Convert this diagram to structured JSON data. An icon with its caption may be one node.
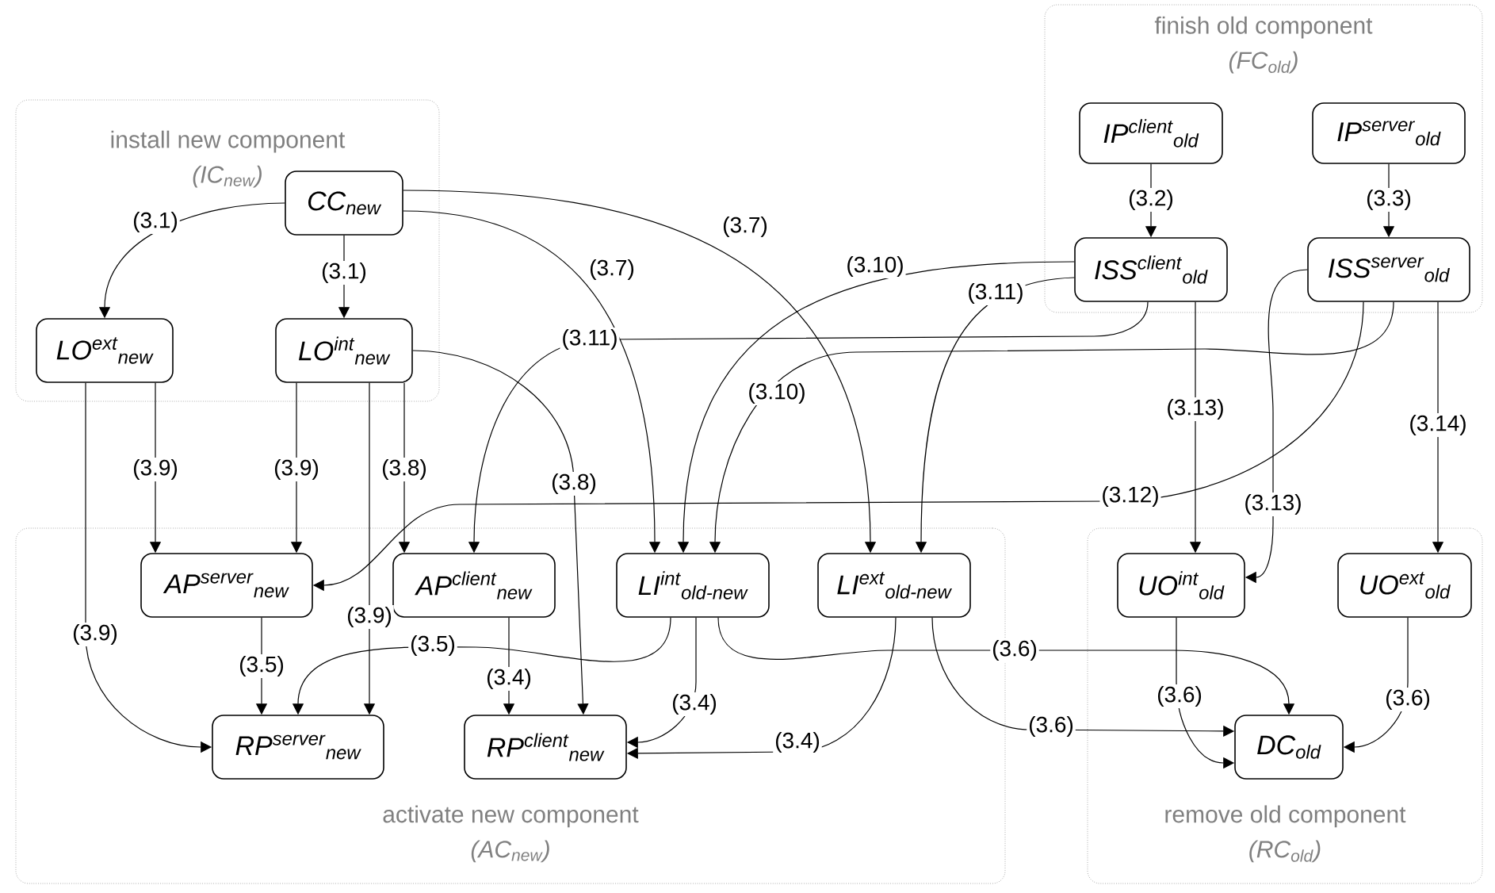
{
  "diagram": {
    "nodes": [
      {
        "text": [
          "install new component",
          "(IC$_{new}$)"
        ]
      },
      {
        "text": [
          "CC$_{new}$"
        ],
        "in": 0
      },
      {
        "text": [
          "LO$^{ext}$$_{new}$"
        ],
        "in": 0
      },
      {
        "text": [
          "LO$^{int}$$_{new}$"
        ],
        "in": 0
      },
      {
        "text": [
          "finish old component",
          "(FC$_{old}$)"
        ]
      },
      {
        "text": [
          "IP$^{client}$$_{old}$"
        ],
        "in": 4
      },
      {
        "text": [
          "IP$^{server}$$_{old}$"
        ],
        "in": 4
      },
      {
        "text": [
          "ISS$^{client}$$_{old}$"
        ],
        "in": 4
      },
      {
        "text": [
          "ISS$^{server}$$_{old}$"
        ],
        "in": 4
      },
      {
        "text": [
          "activate new component",
          "(AC$_{new}$)"
        ]
      },
      {
        "text": [
          "AP$^{server}$$_{new}$"
        ],
        "in": 9
      },
      {
        "text": [
          "AP$^{client}$$_{new}$"
        ],
        "in": 9
      },
      {
        "text": [
          "LI$^{int}$$_{old-new}$"
        ],
        "in": 9
      },
      {
        "text": [
          "LI$^{ext}$$_{old-new}$"
        ],
        "in": 9
      },
      {
        "text": [
          "RP$^{server}$$_{new}$"
        ],
        "in": 9
      },
      {
        "text": [
          "RP$^{client}$$_{new}$"
        ],
        "in": 9
      },
      {
        "text": [
          "remove old component",
          "(RC$_{old}$)"
        ]
      },
      {
        "text": [
          "UO$^{int}$$_{old}$"
        ],
        "in": 16
      },
      {
        "text": [
          "UO$^{ext}$$_{old}$"
        ],
        "in": 16
      },
      {
        "text": [
          "DC$_{old}$"
        ],
        "in": 16
      }
    ],
    "edges": [
      {
        "from": 1,
        "to": 2,
        "arrow": "to",
        "label": "(3.1)"
      },
      {
        "from": 1,
        "to": 3,
        "arrow": "to",
        "label": "(3.1)"
      },
      {
        "from": 5,
        "to": 7,
        "arrow": "to",
        "label": "(3.2)"
      },
      {
        "from": 6,
        "to": 8,
        "arrow": "to",
        "label": "(3.3)"
      },
      {
        "from": 1,
        "to": 12,
        "arrow": "to",
        "label": "(3.7)"
      },
      {
        "from": 1,
        "to": 13,
        "arrow": "to",
        "label": "(3.7)"
      },
      {
        "from": 7,
        "to": 12,
        "arrow": "to",
        "label": "(3.10)"
      },
      {
        "from": 7,
        "to": 13,
        "arrow": "to",
        "label": "(3.11)"
      },
      {
        "from": 7,
        "to": 11,
        "arrow": "to",
        "label": "(3.11)"
      },
      {
        "from": 8,
        "to": 12,
        "arrow": "to",
        "label": "(3.10)"
      },
      {
        "from": 8,
        "to": 10,
        "arrow": "to",
        "label": "(3.12)"
      },
      {
        "from": 8,
        "to": 17,
        "arrow": "to",
        "label": "(3.13)"
      },
      {
        "from": 7,
        "to": 17,
        "arrow": "to",
        "label": "(3.13)"
      },
      {
        "from": 8,
        "to": 18,
        "arrow": "to",
        "label": "(3.14)"
      },
      {
        "from": 2,
        "to": 10,
        "arrow": "to",
        "label": "(3.9)"
      },
      {
        "from": 3,
        "to": 10,
        "arrow": "to",
        "label": "(3.9)"
      },
      {
        "from": 3,
        "to": 11,
        "arrow": "to",
        "label": "(3.8)"
      },
      {
        "from": 3,
        "to": 14,
        "arrow": "to",
        "label": "(3.9)"
      },
      {
        "from": 2,
        "to": 14,
        "arrow": "to",
        "label": "(3.9)"
      },
      {
        "from": 3,
        "to": 15,
        "arrow": "to",
        "label": "(3.8)"
      },
      {
        "from": 10,
        "to": 14,
        "arrow": "to",
        "label": "(3.5)"
      },
      {
        "from": 12,
        "to": 14,
        "arrow": "to",
        "label": "(3.5)"
      },
      {
        "from": 11,
        "to": 15,
        "arrow": "to",
        "label": "(3.4)"
      },
      {
        "from": 12,
        "to": 15,
        "arrow": "to",
        "label": "(3.4)"
      },
      {
        "from": 13,
        "to": 15,
        "arrow": "to",
        "label": "(3.4)"
      },
      {
        "from": 12,
        "to": 19,
        "arrow": "to",
        "label": "(3.6)"
      },
      {
        "from": 13,
        "to": 19,
        "arrow": "to",
        "label": "(3.6)"
      },
      {
        "from": 17,
        "to": 19,
        "arrow": "to",
        "label": "(3.6)"
      },
      {
        "from": 18,
        "to": 19,
        "arrow": "to",
        "label": "(3.6)"
      }
    ]
  }
}
